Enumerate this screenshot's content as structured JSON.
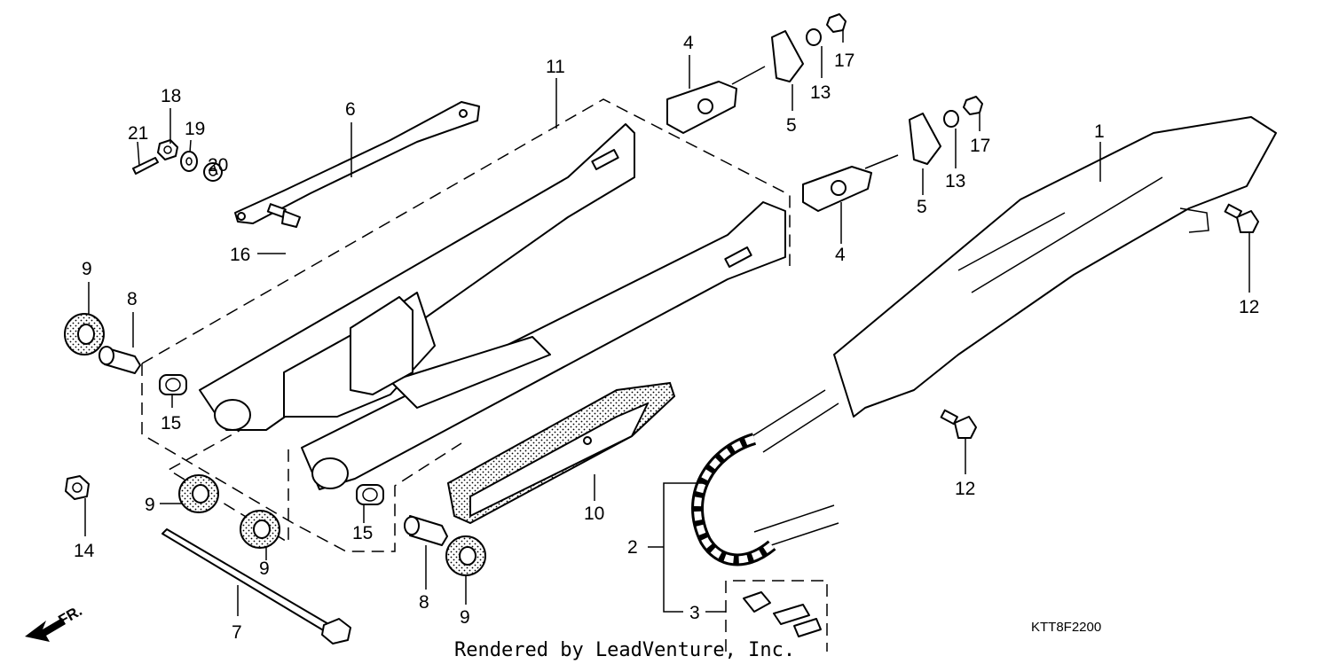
{
  "callouts": {
    "c1": "1",
    "c2": "2",
    "c3": "3",
    "c4a": "4",
    "c4b": "4",
    "c5a": "5",
    "c5b": "5",
    "c6": "6",
    "c7": "7",
    "c8a": "8",
    "c8b": "8",
    "c9a": "9",
    "c9b": "9",
    "c9c": "9",
    "c9d": "9",
    "c10": "10",
    "c11": "11",
    "c12a": "12",
    "c12b": "12",
    "c13a": "13",
    "c13b": "13",
    "c14": "14",
    "c15a": "15",
    "c15b": "15",
    "c16": "16",
    "c17a": "17",
    "c17b": "17",
    "c18": "18",
    "c19": "19",
    "c20": "20",
    "c21": "21"
  },
  "diagram_code": "KTT8F2200",
  "footer_credit": "Rendered by LeadVenture, Inc.",
  "direction_label": "FR."
}
